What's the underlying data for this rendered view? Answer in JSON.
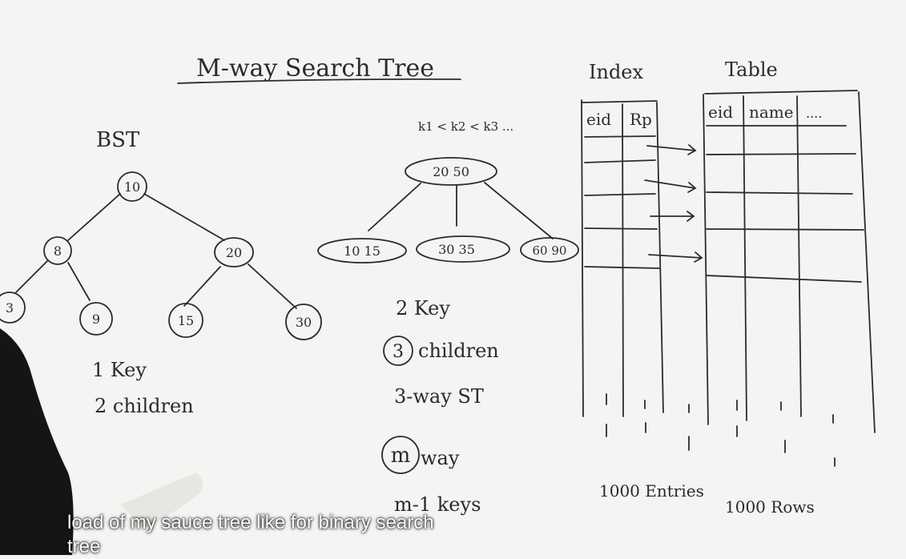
{
  "title": "M-way Search Tree",
  "bst": {
    "heading": "BST",
    "nodes": [
      "10",
      "8",
      "20",
      "3",
      "9",
      "15",
      "30"
    ],
    "note_keys": "1 Key",
    "note_children": "2 children"
  },
  "mway": {
    "condition": "k1 < k2 < k3 ...",
    "root": "20  50",
    "children": [
      "10  15",
      "30  35",
      "60  90"
    ],
    "note_keys": "2 Key",
    "note_children_num": "3",
    "note_children": "children",
    "note_type": "3-way ST",
    "m_label": "m",
    "m_way": "way",
    "m_keys": "m-1 keys"
  },
  "index": {
    "heading": "Index",
    "columns": [
      "eid",
      "Rp"
    ],
    "footer": "1000 Entries"
  },
  "table": {
    "heading": "Table",
    "columns": [
      "eid",
      "name",
      "...."
    ],
    "footer": "1000 Rows"
  },
  "subtitle": "load of my sauce tree like for binary search tree"
}
